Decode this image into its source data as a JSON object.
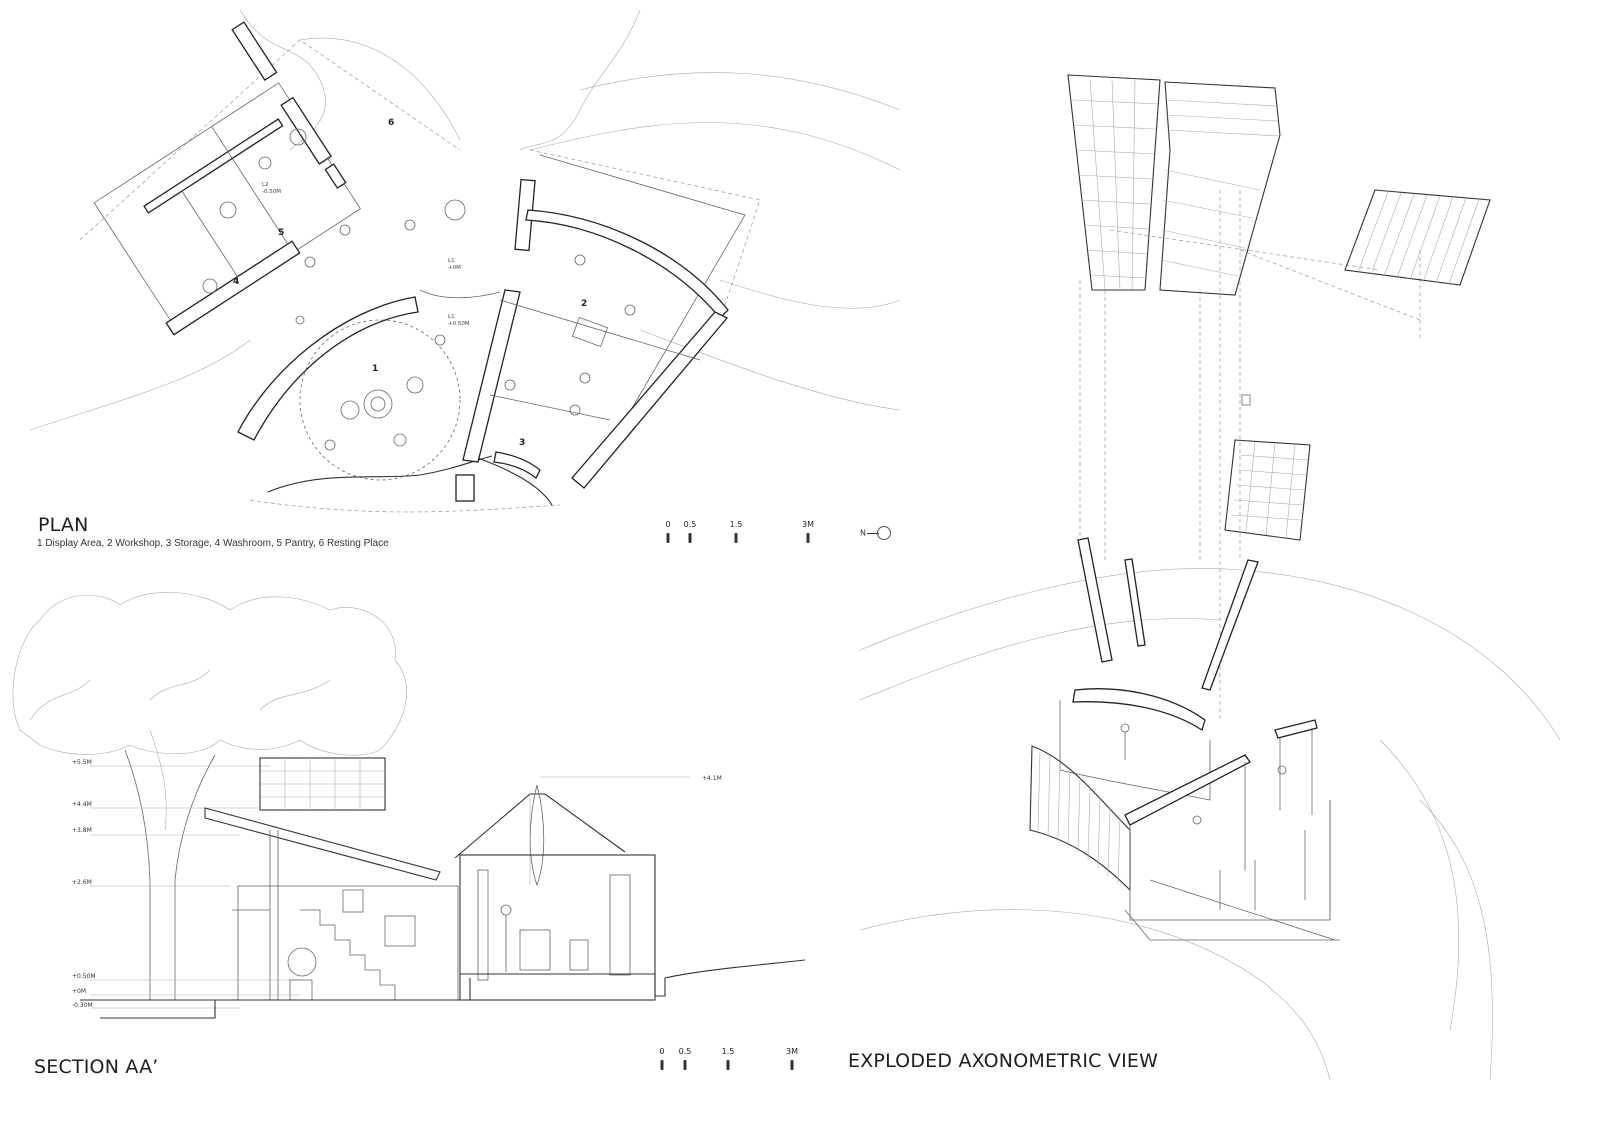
{
  "plan": {
    "title": "PLAN",
    "legend": "1 Display Area, 2 Workshop, 3 Storage, 4 Washroom, 5 Pantry, 6 Resting Place",
    "rooms": [
      "1",
      "2",
      "3",
      "4",
      "5",
      "6"
    ],
    "levels": [
      "L2\n-0.50M",
      "L1\n+0.50M",
      "L1\n+0M"
    ],
    "scale_ticks": [
      "0",
      "0.5",
      "1.5",
      "3M"
    ],
    "north_label": "N"
  },
  "section": {
    "title": "SECTION AA’",
    "levels": [
      "+5.5M",
      "+4.4M",
      "+3.8M",
      "+2.6M",
      "+0.50M",
      "+0M",
      "-0.30M"
    ],
    "top_level": "+4.1M",
    "scale_ticks": [
      "0",
      "0.5",
      "1.5",
      "3M"
    ]
  },
  "axonometric": {
    "title": "EXPLODED AXONOMETRIC VIEW"
  }
}
